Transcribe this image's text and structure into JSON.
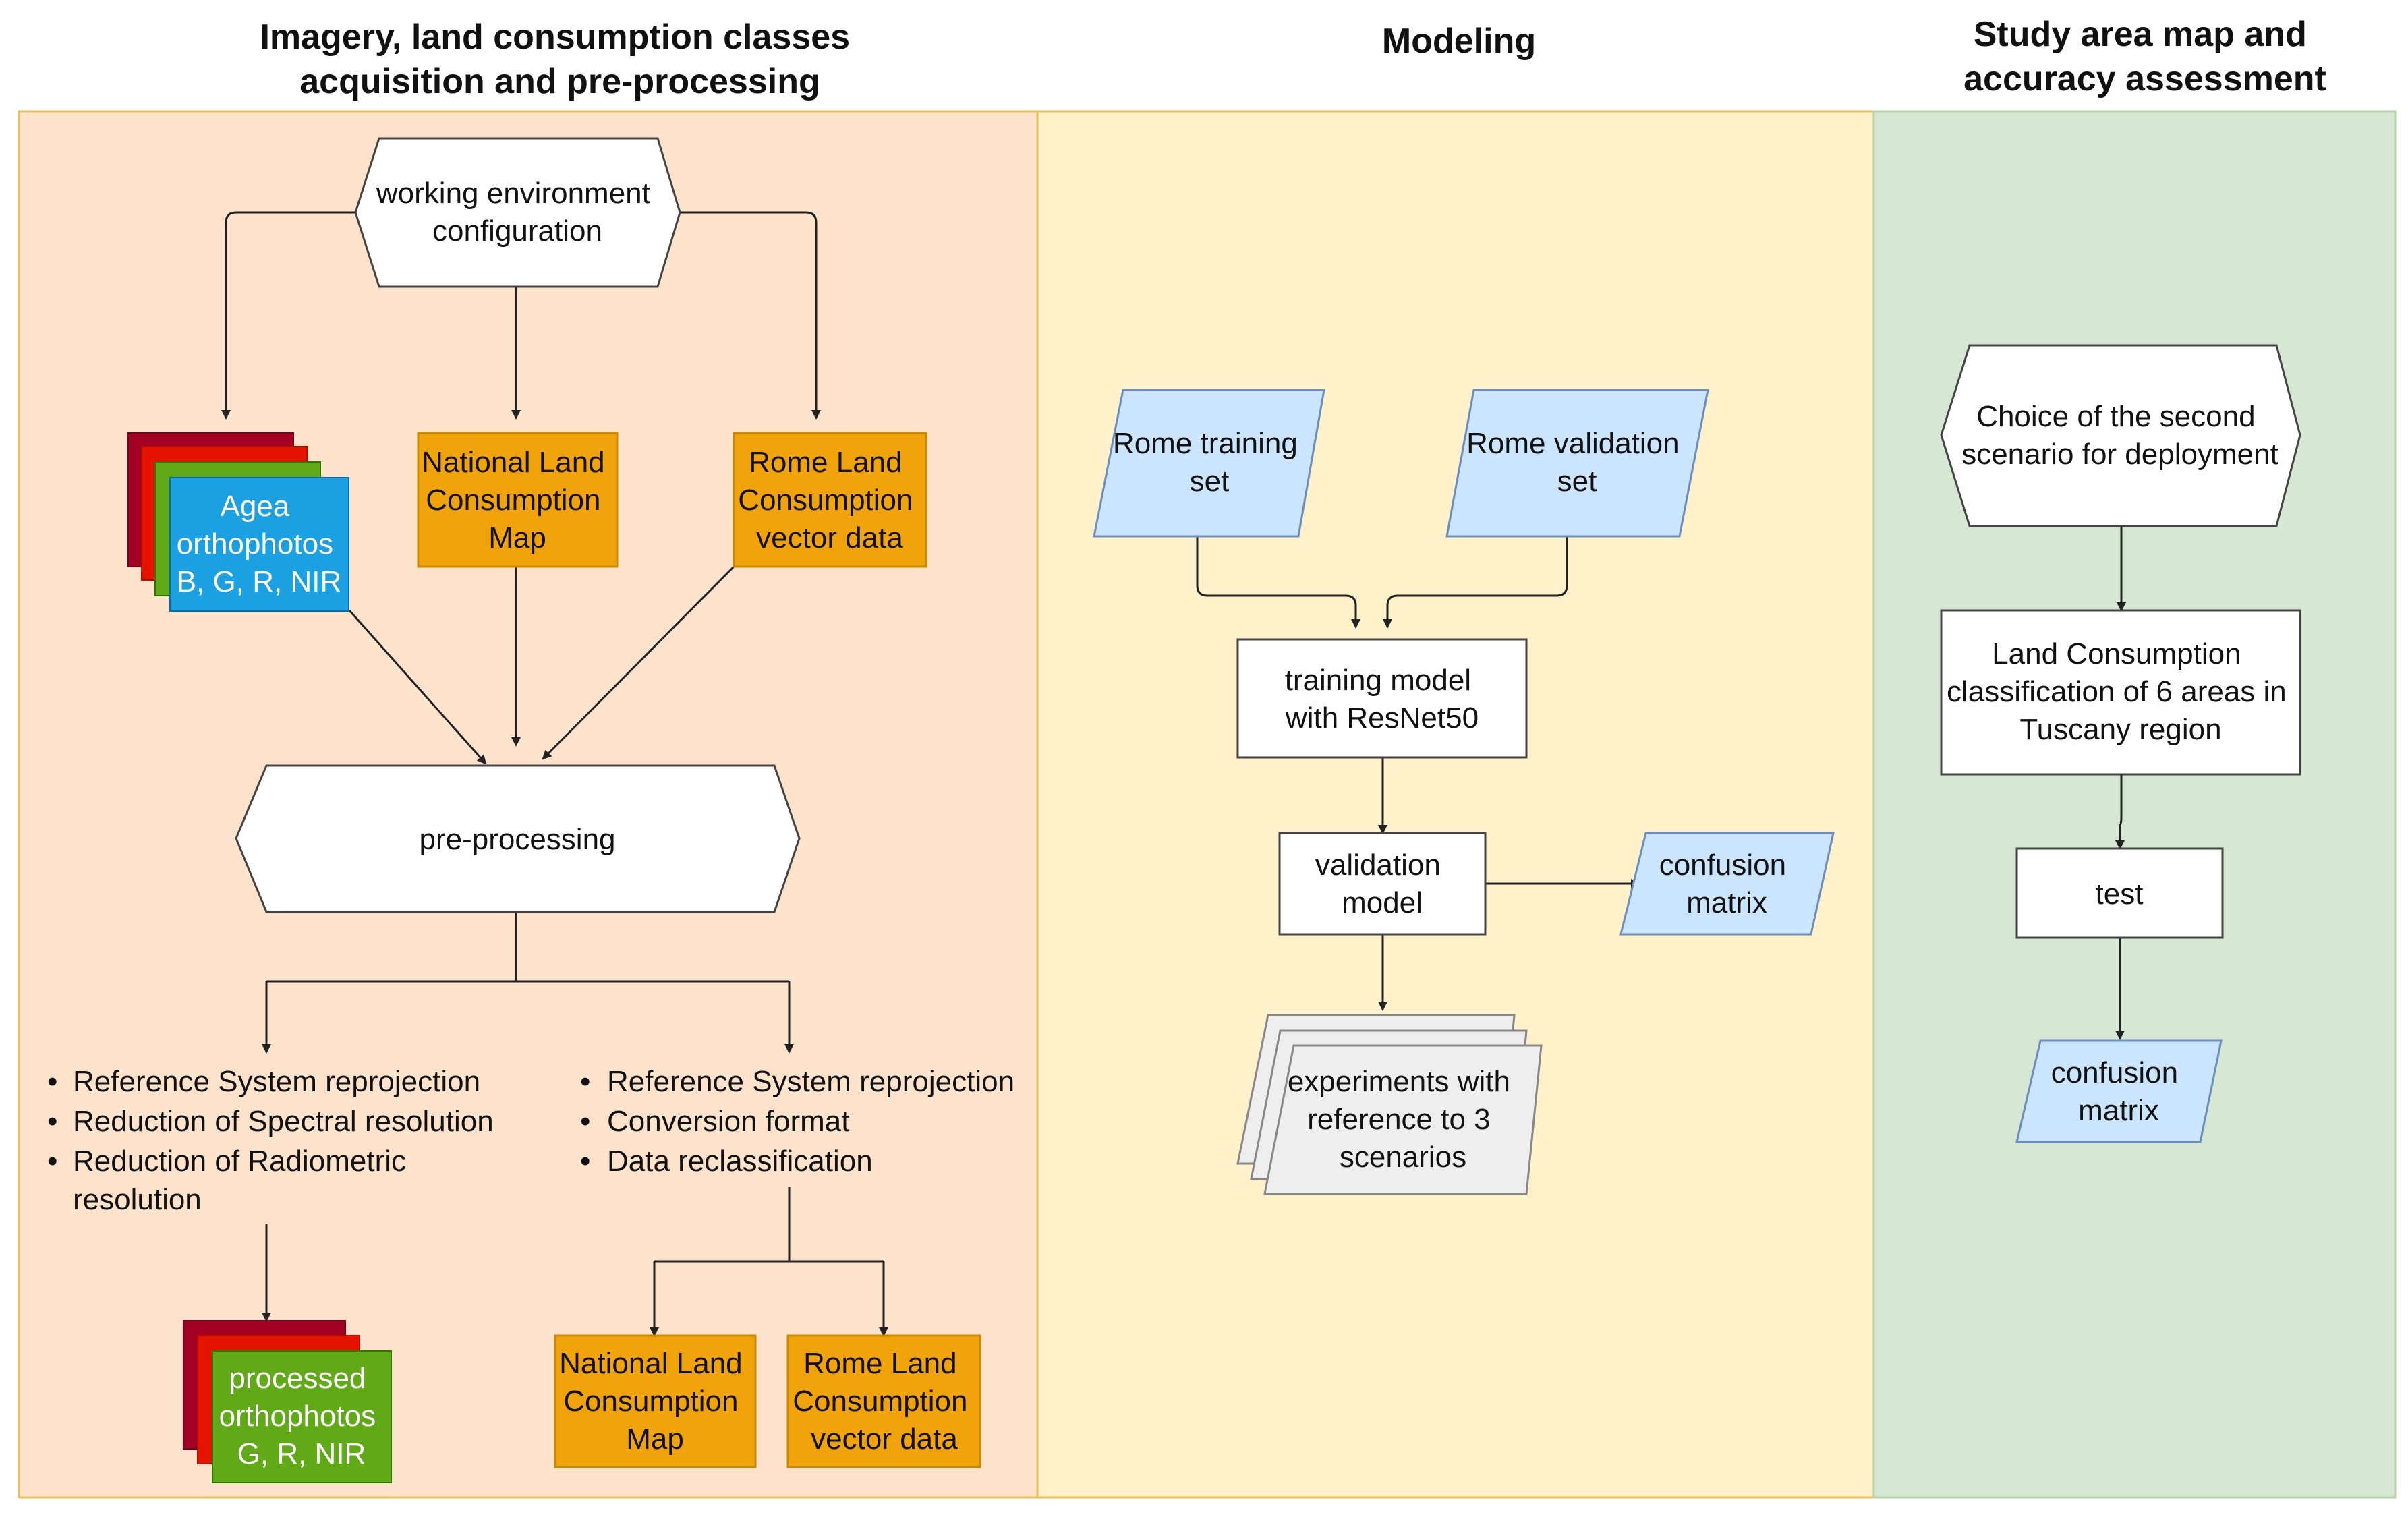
{
  "columns": [
    {
      "title_lines": [
        "Imagery, land consumption classes",
        "acquisition and pre-processing"
      ],
      "panel_color": "#fde3cb"
    },
    {
      "title_lines": [
        "Modeling"
      ],
      "panel_color": "#fff1c9"
    },
    {
      "title_lines": [
        "Study area map and",
        "accuracy assessment"
      ],
      "panel_color": "#d6e8d4"
    }
  ],
  "preprocessing": {
    "env_config": [
      "working environment",
      "configuration"
    ],
    "agea": [
      "Agea",
      "orthophotos",
      "B, G, R, NIR"
    ],
    "national_map": [
      "National Land",
      "Consumption",
      "Map"
    ],
    "rome_vector": [
      "Rome Land",
      "Consumption",
      "vector data"
    ],
    "pre_processing": [
      "pre-processing"
    ],
    "left_bullets": [
      [
        "Reference System reprojection"
      ],
      [
        "Reduction of Spectral resolution"
      ],
      [
        "Reduction of Radiometric",
        "resolution"
      ]
    ],
    "right_bullets": [
      [
        "Reference System reprojection"
      ],
      [
        "Conversion format"
      ],
      [
        "Data reclassification"
      ]
    ],
    "processed": [
      "processed",
      "orthophotos",
      "G, R, NIR"
    ],
    "national_map_out": [
      "National Land",
      "Consumption",
      "Map"
    ],
    "rome_vector_out": [
      "Rome Land",
      "Consumption",
      "vector data"
    ]
  },
  "modeling": {
    "training_set": [
      "Rome training",
      "set"
    ],
    "validation_set": [
      "Rome validation",
      "set"
    ],
    "training_model": [
      "training model",
      "with ResNet50"
    ],
    "validation_model": [
      "validation",
      "model"
    ],
    "confusion_matrix": [
      "confusion",
      "matrix"
    ],
    "experiments": [
      "experiments with",
      "reference to 3",
      "scenarios"
    ]
  },
  "study_area": {
    "choice": [
      "Choice of the second",
      "scenario for deployment"
    ],
    "classification": [
      "Land Consumption",
      "classification of 6 areas in",
      "Tuscany region"
    ],
    "test": [
      "test"
    ],
    "confusion_matrix": [
      "confusion",
      "matrix"
    ]
  },
  "colors": {
    "orange_box": "#f0a30a",
    "orange_stroke": "#c98a00",
    "blue_data": "#cce5ff",
    "blue_stroke": "#6c8ebf",
    "agea_blue": "#1ba1e2",
    "green_layer": "#60a917",
    "red_layer": "#e51400",
    "darkred_layer": "#a20025",
    "grey_stack": "#eeeeee"
  }
}
